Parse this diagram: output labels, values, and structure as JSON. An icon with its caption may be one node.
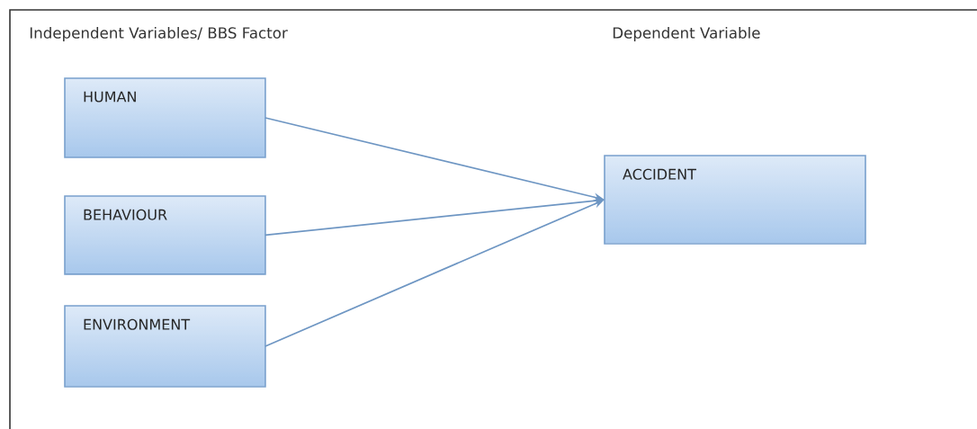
{
  "diagram": {
    "nodes": [
      {
        "text": [
          "HUMAN"
        ]
      },
      {
        "text": [
          "BEHAVIOUR"
        ]
      },
      {
        "text": [
          "ENVIRONMENT"
        ]
      },
      {
        "text": [
          "ACCIDENT"
        ]
      }
    ],
    "edges": [
      {
        "from": 0,
        "to": 3,
        "arrow": "to"
      },
      {
        "from": 1,
        "to": 3,
        "arrow": "to"
      },
      {
        "from": 2,
        "to": 3,
        "arrow": "to"
      }
    ],
    "labels": [
      "Independent Variables/ BBS Factor",
      "Dependent Variable"
    ]
  }
}
